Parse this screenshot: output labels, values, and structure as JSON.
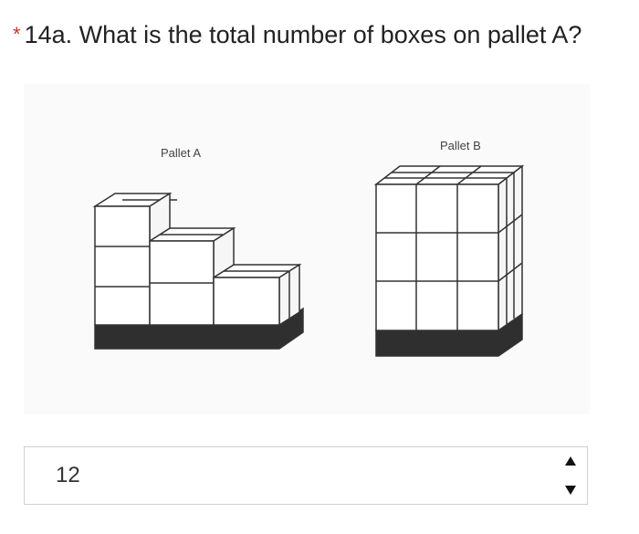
{
  "question": {
    "required_marker": "*",
    "text": "14a. What is the total number of boxes on pallet A?"
  },
  "figure": {
    "pallet_a_label": "Pallet A",
    "pallet_b_label": "Pallet B"
  },
  "answer": {
    "value": "12"
  },
  "stepper": {
    "up_icon": "triangle-up-icon",
    "down_icon": "triangle-down-icon"
  }
}
